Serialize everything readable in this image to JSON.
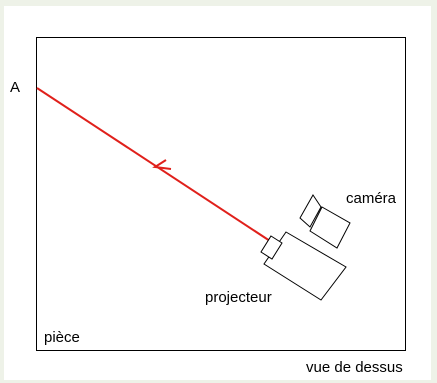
{
  "diagram": {
    "point_label": "A",
    "camera_label": "caméra",
    "projector_label": "projecteur",
    "room_label": "pièce",
    "view_caption": "vue de dessus",
    "ray_color": "#e0201b",
    "outline_color": "#000000",
    "background_color": "#eef2e8"
  }
}
